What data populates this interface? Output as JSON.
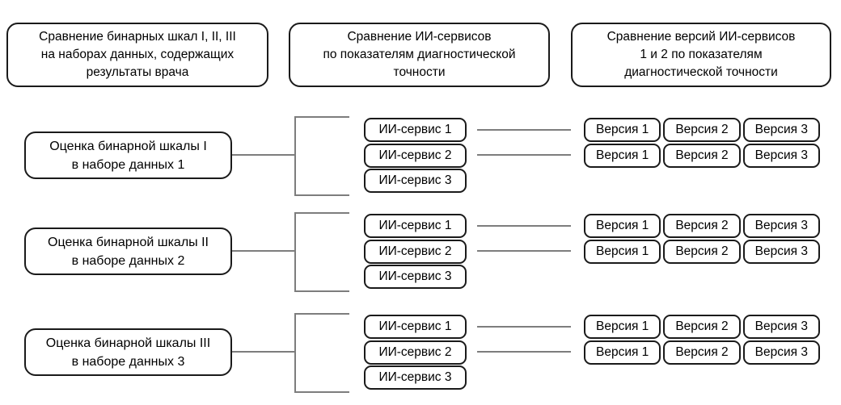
{
  "colors": {
    "background": "#ffffff",
    "box_border": "#1a1a1a",
    "connector_line": "#7d7d7d",
    "text": "#000000"
  },
  "headers": [
    {
      "lines": [
        "Сравнение бинарных шкал I, II, III",
        "на наборах данных, содержащих",
        "результаты врача"
      ]
    },
    {
      "lines": [
        "Сравнение ИИ-сервисов",
        "по показателям диагностической",
        "точности"
      ]
    },
    {
      "lines": [
        "Сравнение версий ИИ-сервисов",
        "1 и 2 по показателям",
        "диагностической точности"
      ]
    }
  ],
  "groups": [
    {
      "left": {
        "line1": "Оценка бинарной шкалы I",
        "line2": "в наборе данных 1"
      },
      "services": [
        "ИИ-сервис 1",
        "ИИ-сервис 2",
        "ИИ-сервис 3"
      ],
      "version_rows": [
        [
          "Версия 1",
          "Версия 2",
          "Версия 3"
        ],
        [
          "Версия 1",
          "Версия 2",
          "Версия 3"
        ]
      ]
    },
    {
      "left": {
        "line1": "Оценка бинарной шкалы II",
        "line2": "в наборе данных 2"
      },
      "services": [
        "ИИ-сервис 1",
        "ИИ-сервис 2",
        "ИИ-сервис 3"
      ],
      "version_rows": [
        [
          "Версия 1",
          "Версия 2",
          "Версия 3"
        ],
        [
          "Версия 1",
          "Версия 2",
          "Версия 3"
        ]
      ]
    },
    {
      "left": {
        "line1": "Оценка бинарной шкалы III",
        "line2": "в наборе данных 3"
      },
      "services": [
        "ИИ-сервис 1",
        "ИИ-сервис 2",
        "ИИ-сервис 3"
      ],
      "version_rows": [
        [
          "Версия 1",
          "Версия 2",
          "Версия 3"
        ],
        [
          "Версия 1",
          "Версия 2",
          "Версия 3"
        ]
      ]
    }
  ]
}
